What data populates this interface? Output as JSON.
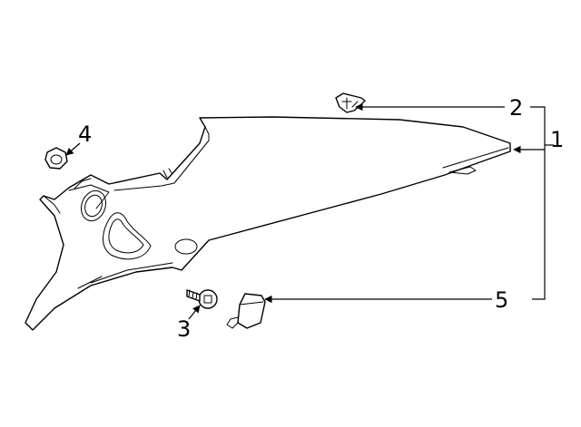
{
  "callouts": {
    "c1": "1",
    "c2": "2",
    "c3": "3",
    "c4": "4",
    "c5": "5"
  },
  "parts": {
    "p1": "quarter-trim-panel",
    "p2": "clip",
    "p3": "screw",
    "p4": "nut",
    "p5": "retainer"
  }
}
